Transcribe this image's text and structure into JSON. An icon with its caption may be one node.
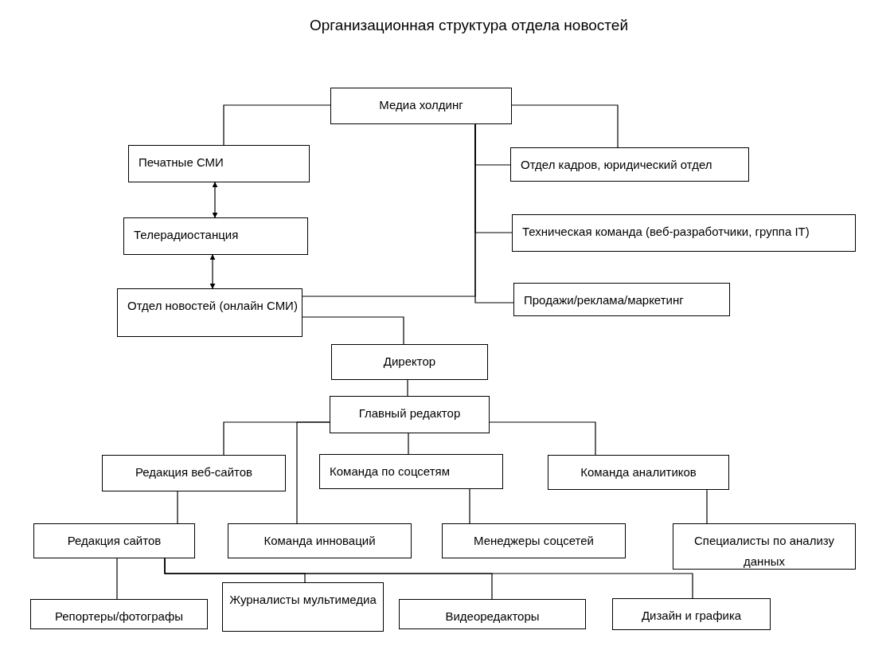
{
  "diagram": {
    "title": "Организационная структура отдела новостей",
    "nodes": [
      {
        "text": [
          "Медиа холдинг"
        ]
      },
      {
        "text": [
          "Печатные СМИ"
        ]
      },
      {
        "text": [
          "Телерадиостанция"
        ]
      },
      {
        "text": [
          "Отдел новостей (онлайн СМИ)"
        ]
      },
      {
        "text": [
          "Отдел кадров, юридический отдел"
        ]
      },
      {
        "text": [
          "Техническая команда (веб-разработчики, группа IT)"
        ]
      },
      {
        "text": [
          "Продажи/реклама/маркетинг"
        ]
      },
      {
        "text": [
          "Директор"
        ]
      },
      {
        "text": [
          "Главный редактор"
        ]
      },
      {
        "text": [
          "Редакция веб-сайтов"
        ]
      },
      {
        "text": [
          "Команда по соцсетям"
        ]
      },
      {
        "text": [
          "Команда аналитиков"
        ]
      },
      {
        "text": [
          "Редакция сайтов"
        ]
      },
      {
        "text": [
          "Команда инноваций"
        ]
      },
      {
        "text": [
          "Менеджеры соцсетей"
        ]
      },
      {
        "text": [
          "Специалисты по анализу данных"
        ]
      },
      {
        "text": [
          "Репортеры/фотографы"
        ]
      },
      {
        "text": [
          "Журналисты мультимедиа"
        ]
      },
      {
        "text": [
          "Видеоредакторы"
        ]
      },
      {
        "text": [
          "Дизайн и графика"
        ]
      }
    ],
    "edges": [
      {
        "from": 0,
        "to": 1,
        "arrow": "none"
      },
      {
        "from": 0,
        "to": 4,
        "arrow": "none"
      },
      {
        "from": 0,
        "to": 4,
        "arrow": "none"
      },
      {
        "from": 0,
        "to": 5,
        "arrow": "none"
      },
      {
        "from": 0,
        "to": 6,
        "arrow": "none"
      },
      {
        "from": 0,
        "to": 3,
        "arrow": "none"
      },
      {
        "from": 1,
        "to": 2,
        "arrow": "both"
      },
      {
        "from": 2,
        "to": 3,
        "arrow": "both"
      },
      {
        "from": 3,
        "to": 7,
        "arrow": "none"
      },
      {
        "from": 7,
        "to": 8,
        "arrow": "none"
      },
      {
        "from": 8,
        "to": 9,
        "arrow": "none"
      },
      {
        "from": 8,
        "to": 13,
        "arrow": "none"
      },
      {
        "from": 8,
        "to": 10,
        "arrow": "none"
      },
      {
        "from": 8,
        "to": 11,
        "arrow": "none"
      },
      {
        "from": 9,
        "to": 12,
        "arrow": "none"
      },
      {
        "from": 10,
        "to": 14,
        "arrow": "none"
      },
      {
        "from": 11,
        "to": 15,
        "arrow": "none"
      },
      {
        "from": 12,
        "to": 16,
        "arrow": "none"
      },
      {
        "from": 12,
        "to": 17,
        "arrow": "none"
      },
      {
        "from": 12,
        "to": 18,
        "arrow": "none"
      },
      {
        "from": 12,
        "to": 19,
        "arrow": "none"
      }
    ]
  }
}
